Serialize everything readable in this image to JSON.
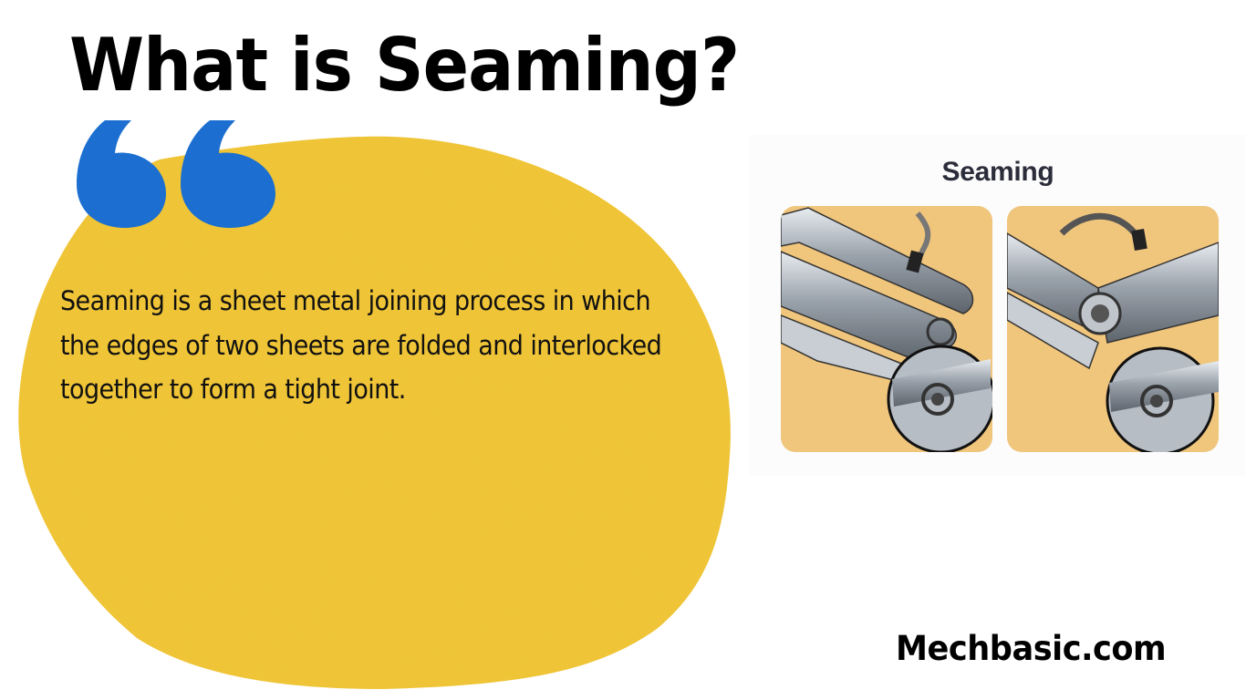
{
  "header": {
    "title": "What is Seaming?"
  },
  "quote_card": {
    "icon": "quote-open-icon",
    "text": "Seaming is a sheet metal joining process in which the edges of two sheets are folded and interlocked together to form a tight joint.",
    "colors": {
      "blob": "#f0c22e",
      "quote": "#1c6fd0"
    }
  },
  "figure": {
    "title": "Seaming",
    "panels": [
      {
        "label": "folding-step",
        "description": "Two sheet edges folded with a tool, inset close-up of interlocking hook"
      },
      {
        "label": "interlocked-step",
        "description": "Edges interlocked and pressed, inset close-up of finished seam"
      }
    ],
    "colors": {
      "panel_bg": "#f0c57c",
      "metal": "#a9b0b8"
    }
  },
  "footer": {
    "brand": "Mechbasic.com"
  }
}
